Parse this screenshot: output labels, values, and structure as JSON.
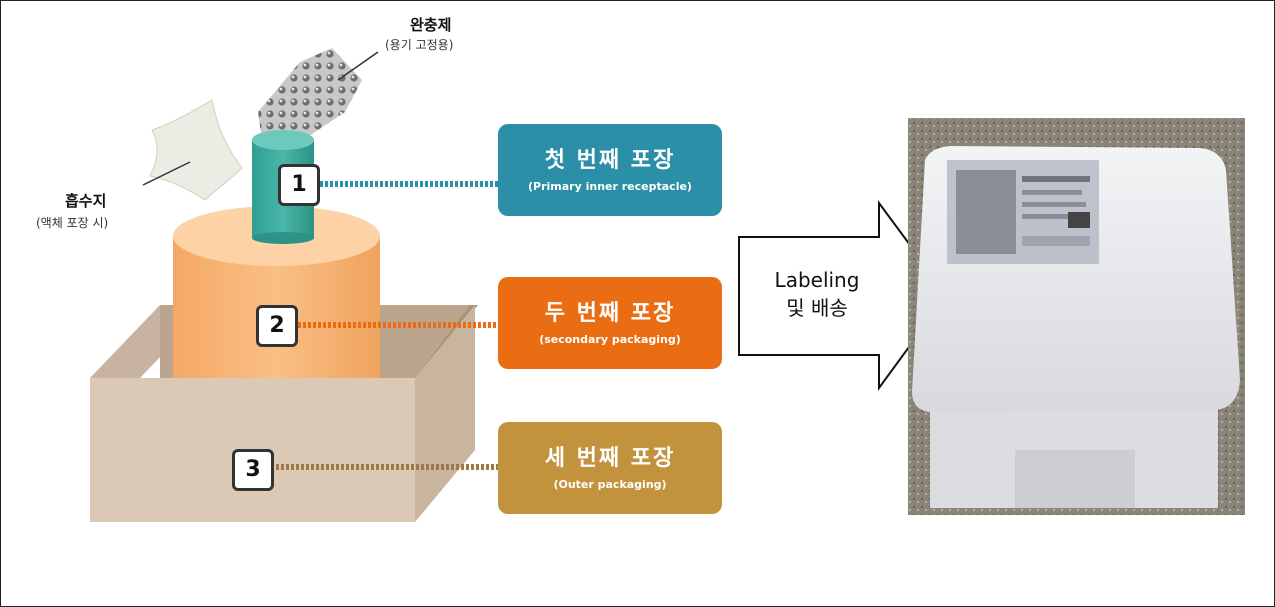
{
  "cushion": {
    "title": "완충제",
    "subtitle": "(용기 고정용)"
  },
  "absorbent": {
    "title": "흡수지",
    "subtitle": "(액체 포장 시)"
  },
  "layers": [
    {
      "number": "1",
      "title": "첫 번째 포장",
      "subtitle": "(Primary inner receptacle)",
      "color": "#2b8fa8"
    },
    {
      "number": "2",
      "title": "두 번째 포장",
      "subtitle": "(secondary packaging)",
      "color": "#ea6d14"
    },
    {
      "number": "3",
      "title": "세 번째 포장",
      "subtitle": "(Outer packaging)",
      "color": "#c2923d"
    }
  ],
  "arrow": {
    "line1": "Labeling",
    "line2": "및 배송"
  },
  "icons": {
    "photo": "styrofoam-box-photo",
    "cushion": "bubble-wrap-icon",
    "absorbent": "absorbent-paper-icon"
  }
}
